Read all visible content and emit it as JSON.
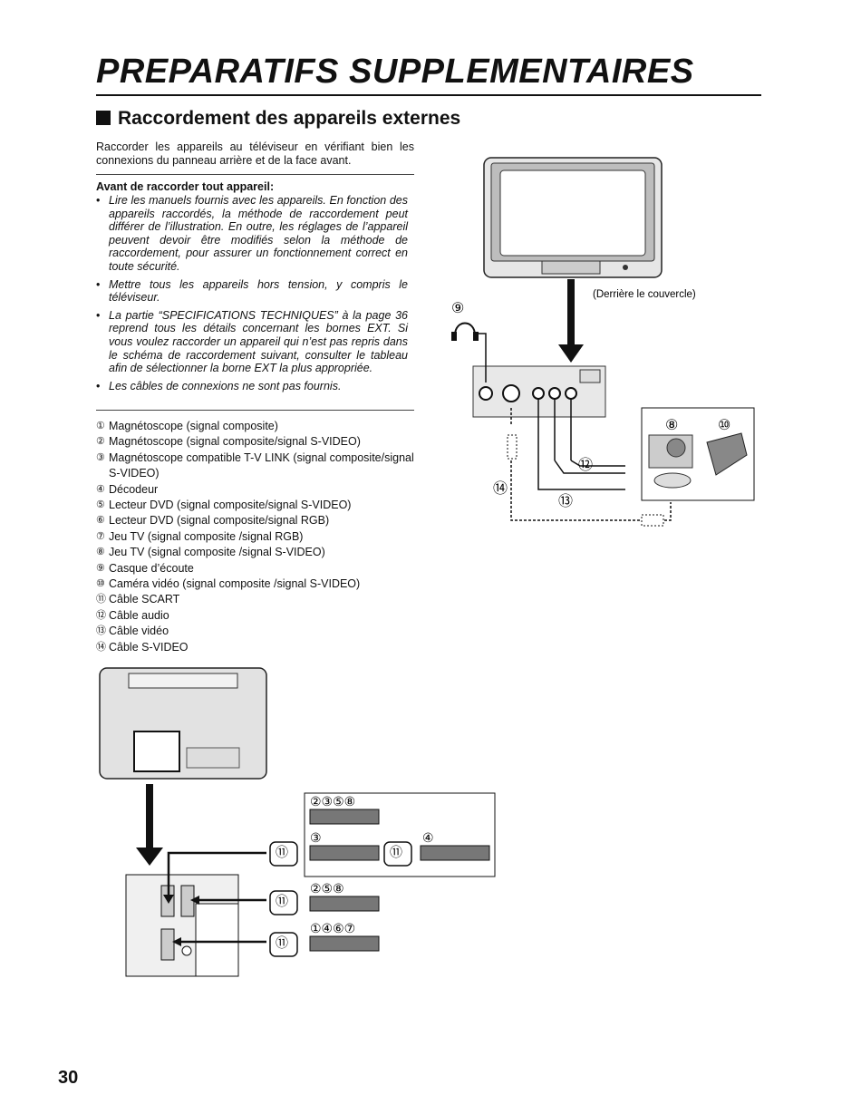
{
  "page": {
    "title": "PREPARATIFS SUPPLEMENTAIRES",
    "section_title": "Raccordement des appareils externes",
    "intro": "Raccorder les appareils au téléviseur en vérifiant bien les connexions du panneau arrière et de la face avant.",
    "before_heading": "Avant de raccorder tout appareil:",
    "bullets": [
      "Lire les manuels fournis avec les appareils. En fonction des appareils raccordés, la méthode de raccordement peut différer de l’illustration. En outre, les réglages de l’appareil peuvent devoir être modifiés selon la méthode de raccordement, pour assurer un fonctionnement correct en toute sécurité.",
      "Mettre tous les appareils hors tension, y compris le téléviseur.",
      "La partie “SPECIFICATIONS TECHNIQUES” à la page 36 reprend tous les détails concernant les bornes EXT. Si vous voulez raccorder un appareil qui n’est pas repris dans le schéma de raccordement suivant, consulter le tableau afin de sélectionner la borne EXT la plus appropriée.",
      "Les câbles de connexions ne sont pas fournis."
    ],
    "items": [
      {
        "num": "①",
        "text": "Magnétoscope (signal composite)"
      },
      {
        "num": "②",
        "text": "Magnétoscope (signal composite/signal S-VIDEO)"
      },
      {
        "num": "③",
        "text": "Magnétoscope compatible T-V LINK (signal composite/signal S-VIDEO)"
      },
      {
        "num": "④",
        "text": "Décodeur"
      },
      {
        "num": "⑤",
        "text": "Lecteur DVD (signal composite/signal S-VIDEO)"
      },
      {
        "num": "⑥",
        "text": "Lecteur DVD (signal composite/signal RGB)"
      },
      {
        "num": "⑦",
        "text": "Jeu TV (signal composite /signal RGB)"
      },
      {
        "num": "⑧",
        "text": "Jeu TV (signal composite /signal S-VIDEO)"
      },
      {
        "num": "⑨",
        "text": "Casque d’écoute"
      },
      {
        "num": "⑩",
        "text": "Caméra vidéo (signal composite /signal S-VIDEO)"
      },
      {
        "num": "⑪",
        "text": "Câble SCART"
      },
      {
        "num": "⑫",
        "text": "Câble audio"
      },
      {
        "num": "⑬",
        "text": "Câble vidéo"
      },
      {
        "num": "⑭",
        "text": "Câble S-VIDEO"
      }
    ],
    "page_number": "30"
  },
  "diagram_front": {
    "cover_caption": "(Derrière le couvercle)",
    "label_headphone": "⑨",
    "label_game": "⑧",
    "label_camera": "⑩",
    "label_audio": "⑫",
    "label_video": "⑬",
    "label_svideo": "⑭"
  },
  "diagram_rear": {
    "label_scart": "⑪",
    "group_top": "②③⑤⑧",
    "group_vcr": "③",
    "group_decoder": "④",
    "group_ext3": "②⑤⑧",
    "group_ext1": "①④⑥⑦"
  }
}
